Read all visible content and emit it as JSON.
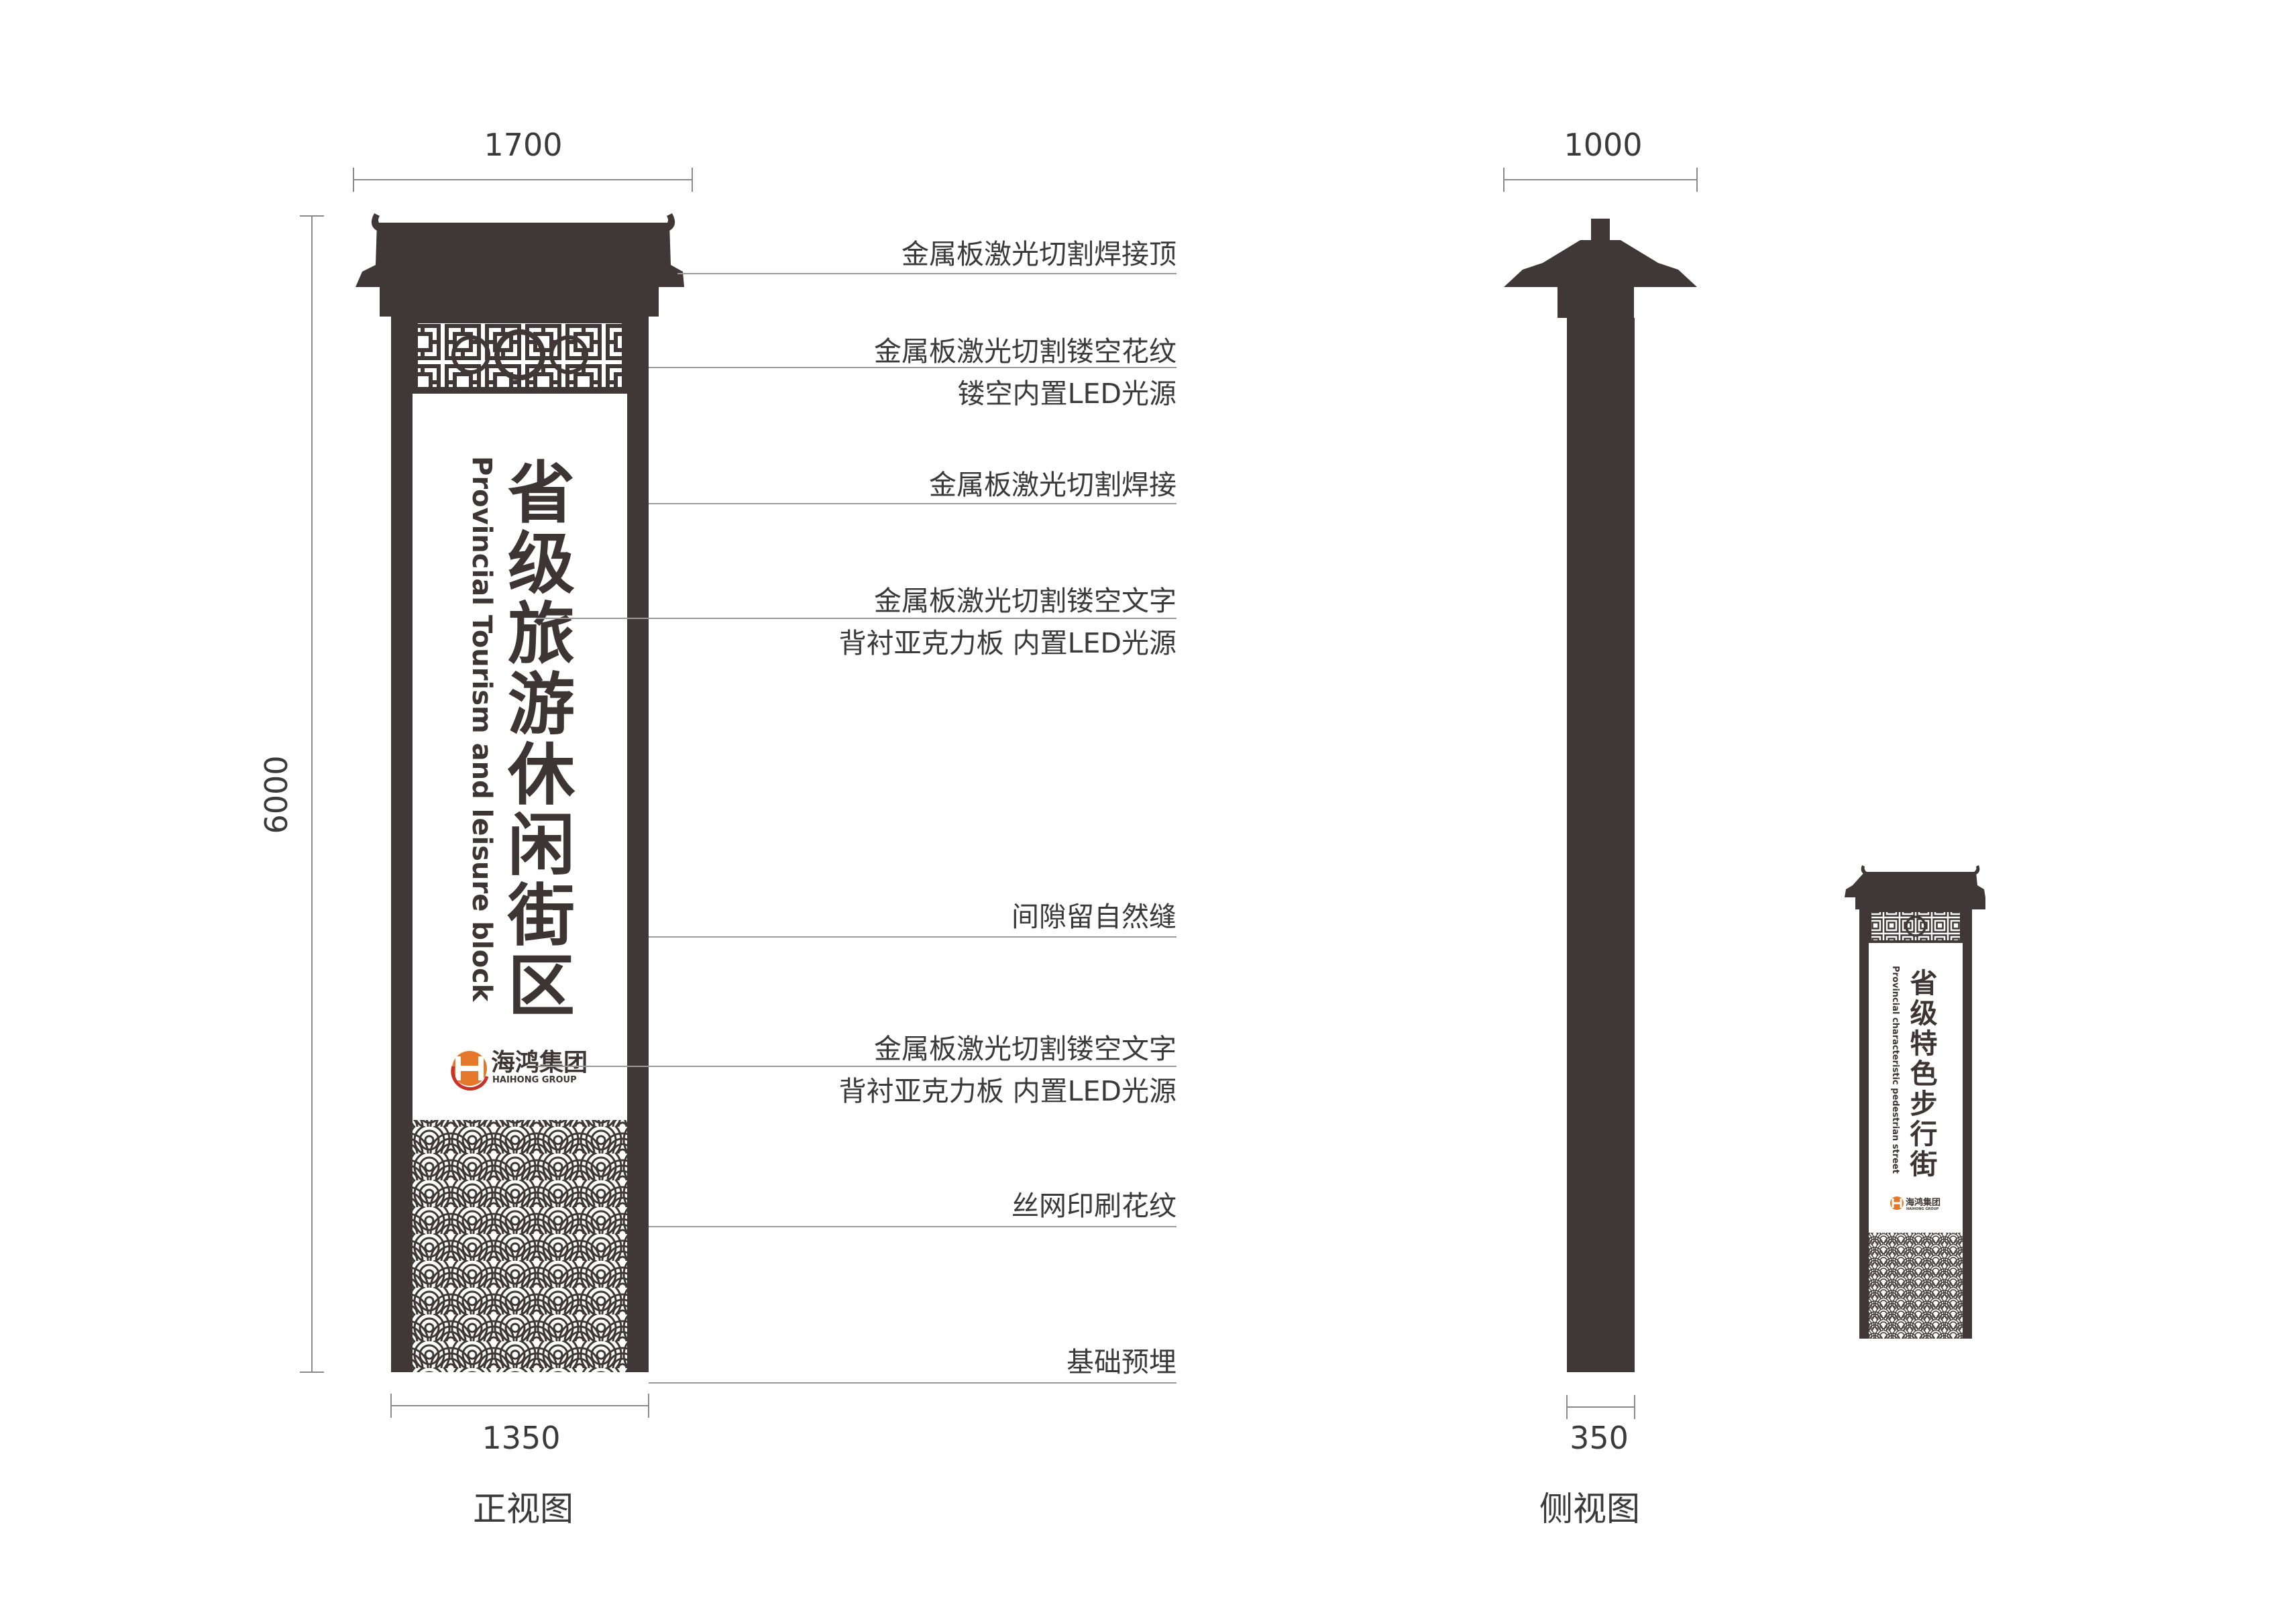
{
  "dimensions": {
    "front_top_width": "1700",
    "front_height": "6000",
    "front_base_width": "1350",
    "side_top_width": "1000",
    "side_base_width": "350"
  },
  "callouts": [
    [
      "金属板激光切割焊接顶"
    ],
    [
      "金属板激光切割镂空花纹",
      "镂空内置LED光源"
    ],
    [
      "金属板激光切割焊接"
    ],
    [
      "金属板激光切割镂空文字",
      "背衬亚克力板  内置LED光源"
    ],
    [
      "间隙留自然缝"
    ],
    [
      "金属板激光切割镂空文字",
      "背衬亚克力板  内置LED光源"
    ],
    [
      "丝网印刷花纹"
    ],
    [
      "基础预埋"
    ]
  ],
  "front_sign": {
    "title_chars": [
      "省",
      "级",
      "旅",
      "游",
      "休",
      "闲",
      "街",
      "区"
    ],
    "english": "Provincial Tourism and leisure block",
    "logo_cn": "海鸿集团",
    "logo_en": "HAIHONG GROUP"
  },
  "small_sign": {
    "title_chars": [
      "省",
      "级",
      "特",
      "色",
      "步",
      "行",
      "街"
    ],
    "english": "Provincial characteristic pedestrian street",
    "logo_cn": "海鸿集团",
    "logo_en": "HAIHONG GROUP"
  },
  "captions": {
    "front": "正视图",
    "side": "侧视图"
  },
  "colors": {
    "structure": "#3f3836",
    "panel": "#ffffff",
    "logo_orange": "#e5782a",
    "logo_red": "#c8322a"
  }
}
